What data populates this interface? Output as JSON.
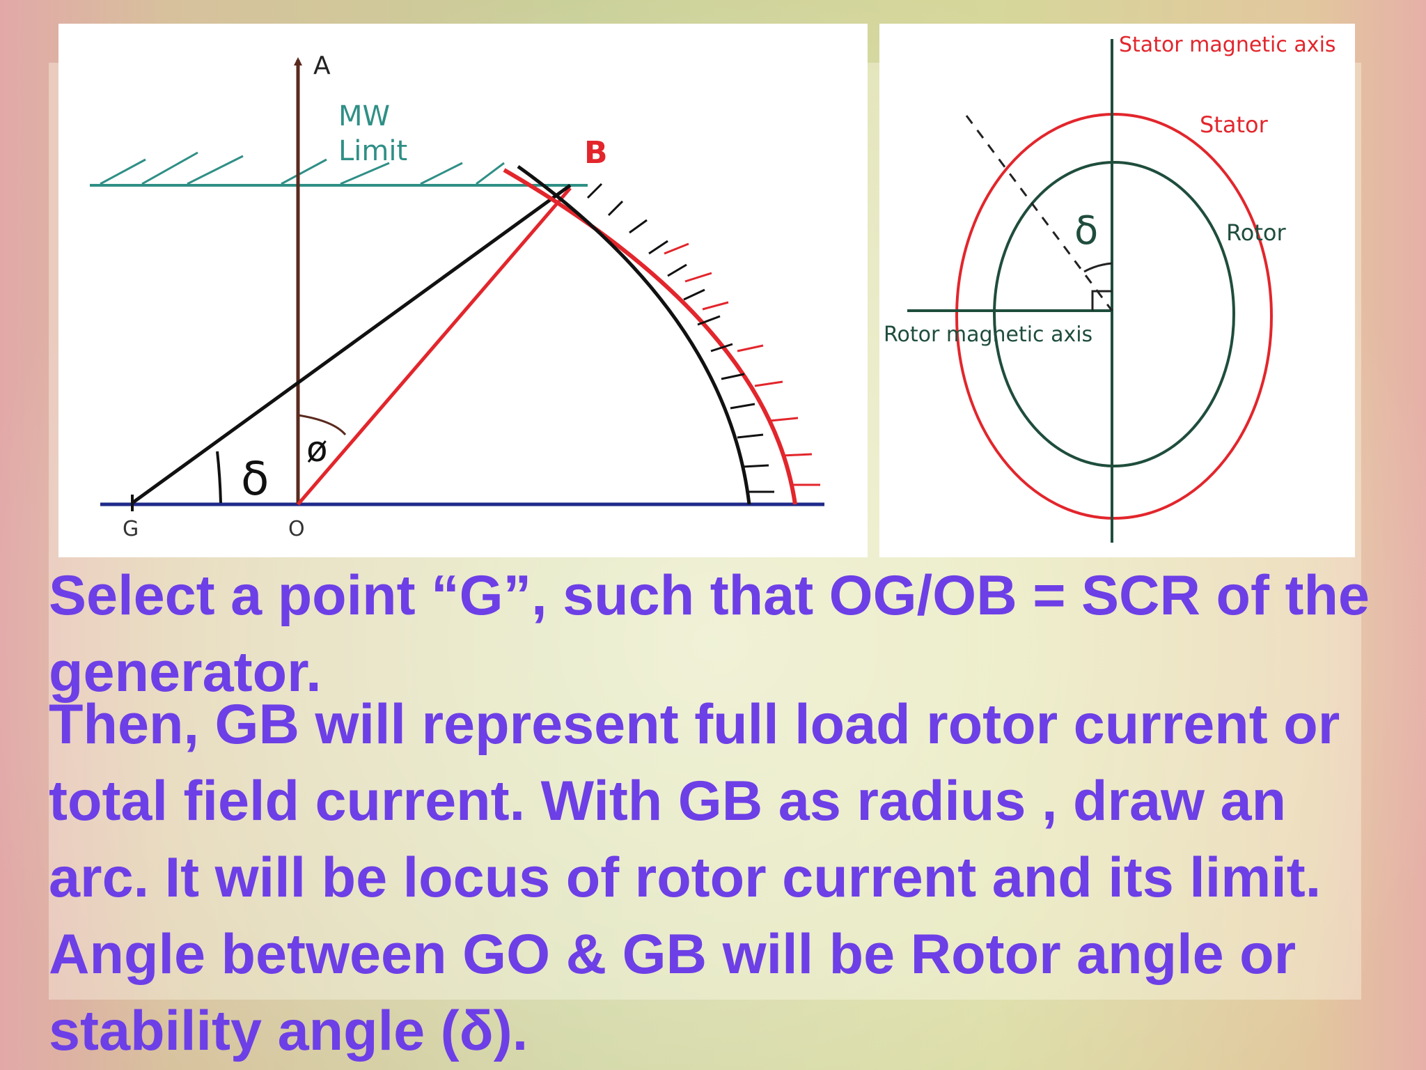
{
  "colors": {
    "text_accent": "#6d3fe6",
    "red_curve": "#e2262c",
    "teal_line": "#2f8f86",
    "navy_line": "#1f2a8a",
    "dark_green": "#1f4d3c",
    "brown_axis": "#5a2a1e"
  },
  "left_diagram": {
    "label_a": "A",
    "label_mw": "MW",
    "label_limit": "Limit",
    "label_b": "B",
    "label_g": "G",
    "label_o": "O",
    "label_delta": "δ",
    "label_phi": "ø"
  },
  "right_diagram": {
    "stator_axis_label": "Stator magnetic axis",
    "stator_label": "Stator",
    "rotor_label": "Rotor",
    "rotor_axis_label": "Rotor magnetic axis",
    "delta_label": "δ"
  },
  "caption": {
    "paragraph_1": "Select a point “G”, such that OG/OB = SCR of the generator.",
    "paragraph_2": "Then, GB will represent full load rotor current or total field current. With GB as radius , draw an arc. It will be locus of rotor current and its limit. Angle between GO & GB will be Rotor angle or stability angle (δ)."
  }
}
